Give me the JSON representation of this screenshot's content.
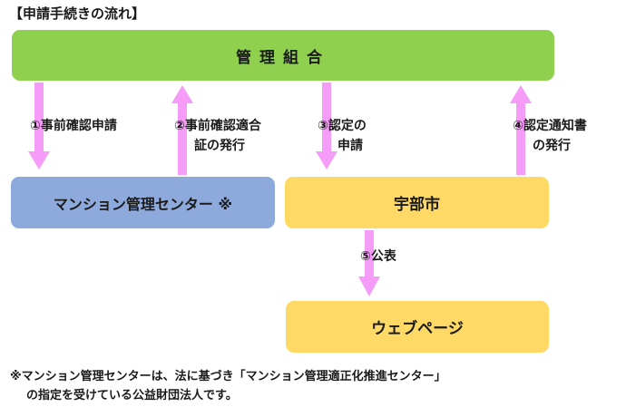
{
  "heading": "【申請手続きの流れ】",
  "nodes": {
    "management_union": "管理組合",
    "mansion_center": "マンション管理センター ※",
    "city": "宇部市",
    "webpage": "ウェブページ"
  },
  "steps": {
    "step1": {
      "line1": "①事前確認申請"
    },
    "step2": {
      "line1": "②事前確認適合",
      "line2": "証の発行"
    },
    "step3": {
      "line1": "③認定の",
      "line2": "申請"
    },
    "step4": {
      "line1": "④認定通知書",
      "line2": "の発行"
    },
    "step5": {
      "line1": "⑤公表"
    }
  },
  "footnote": {
    "line1": "※マンション管理センターは、法に基づき「マンション管理適正化推進センター」",
    "line2": "の指定を受けている公益財団法人です。"
  },
  "colors": {
    "management_union": "#8fd14f",
    "mansion_center": "#8ea9db",
    "city": "#ffd966",
    "webpage": "#ffd966",
    "arrow": "#f49cf7"
  }
}
